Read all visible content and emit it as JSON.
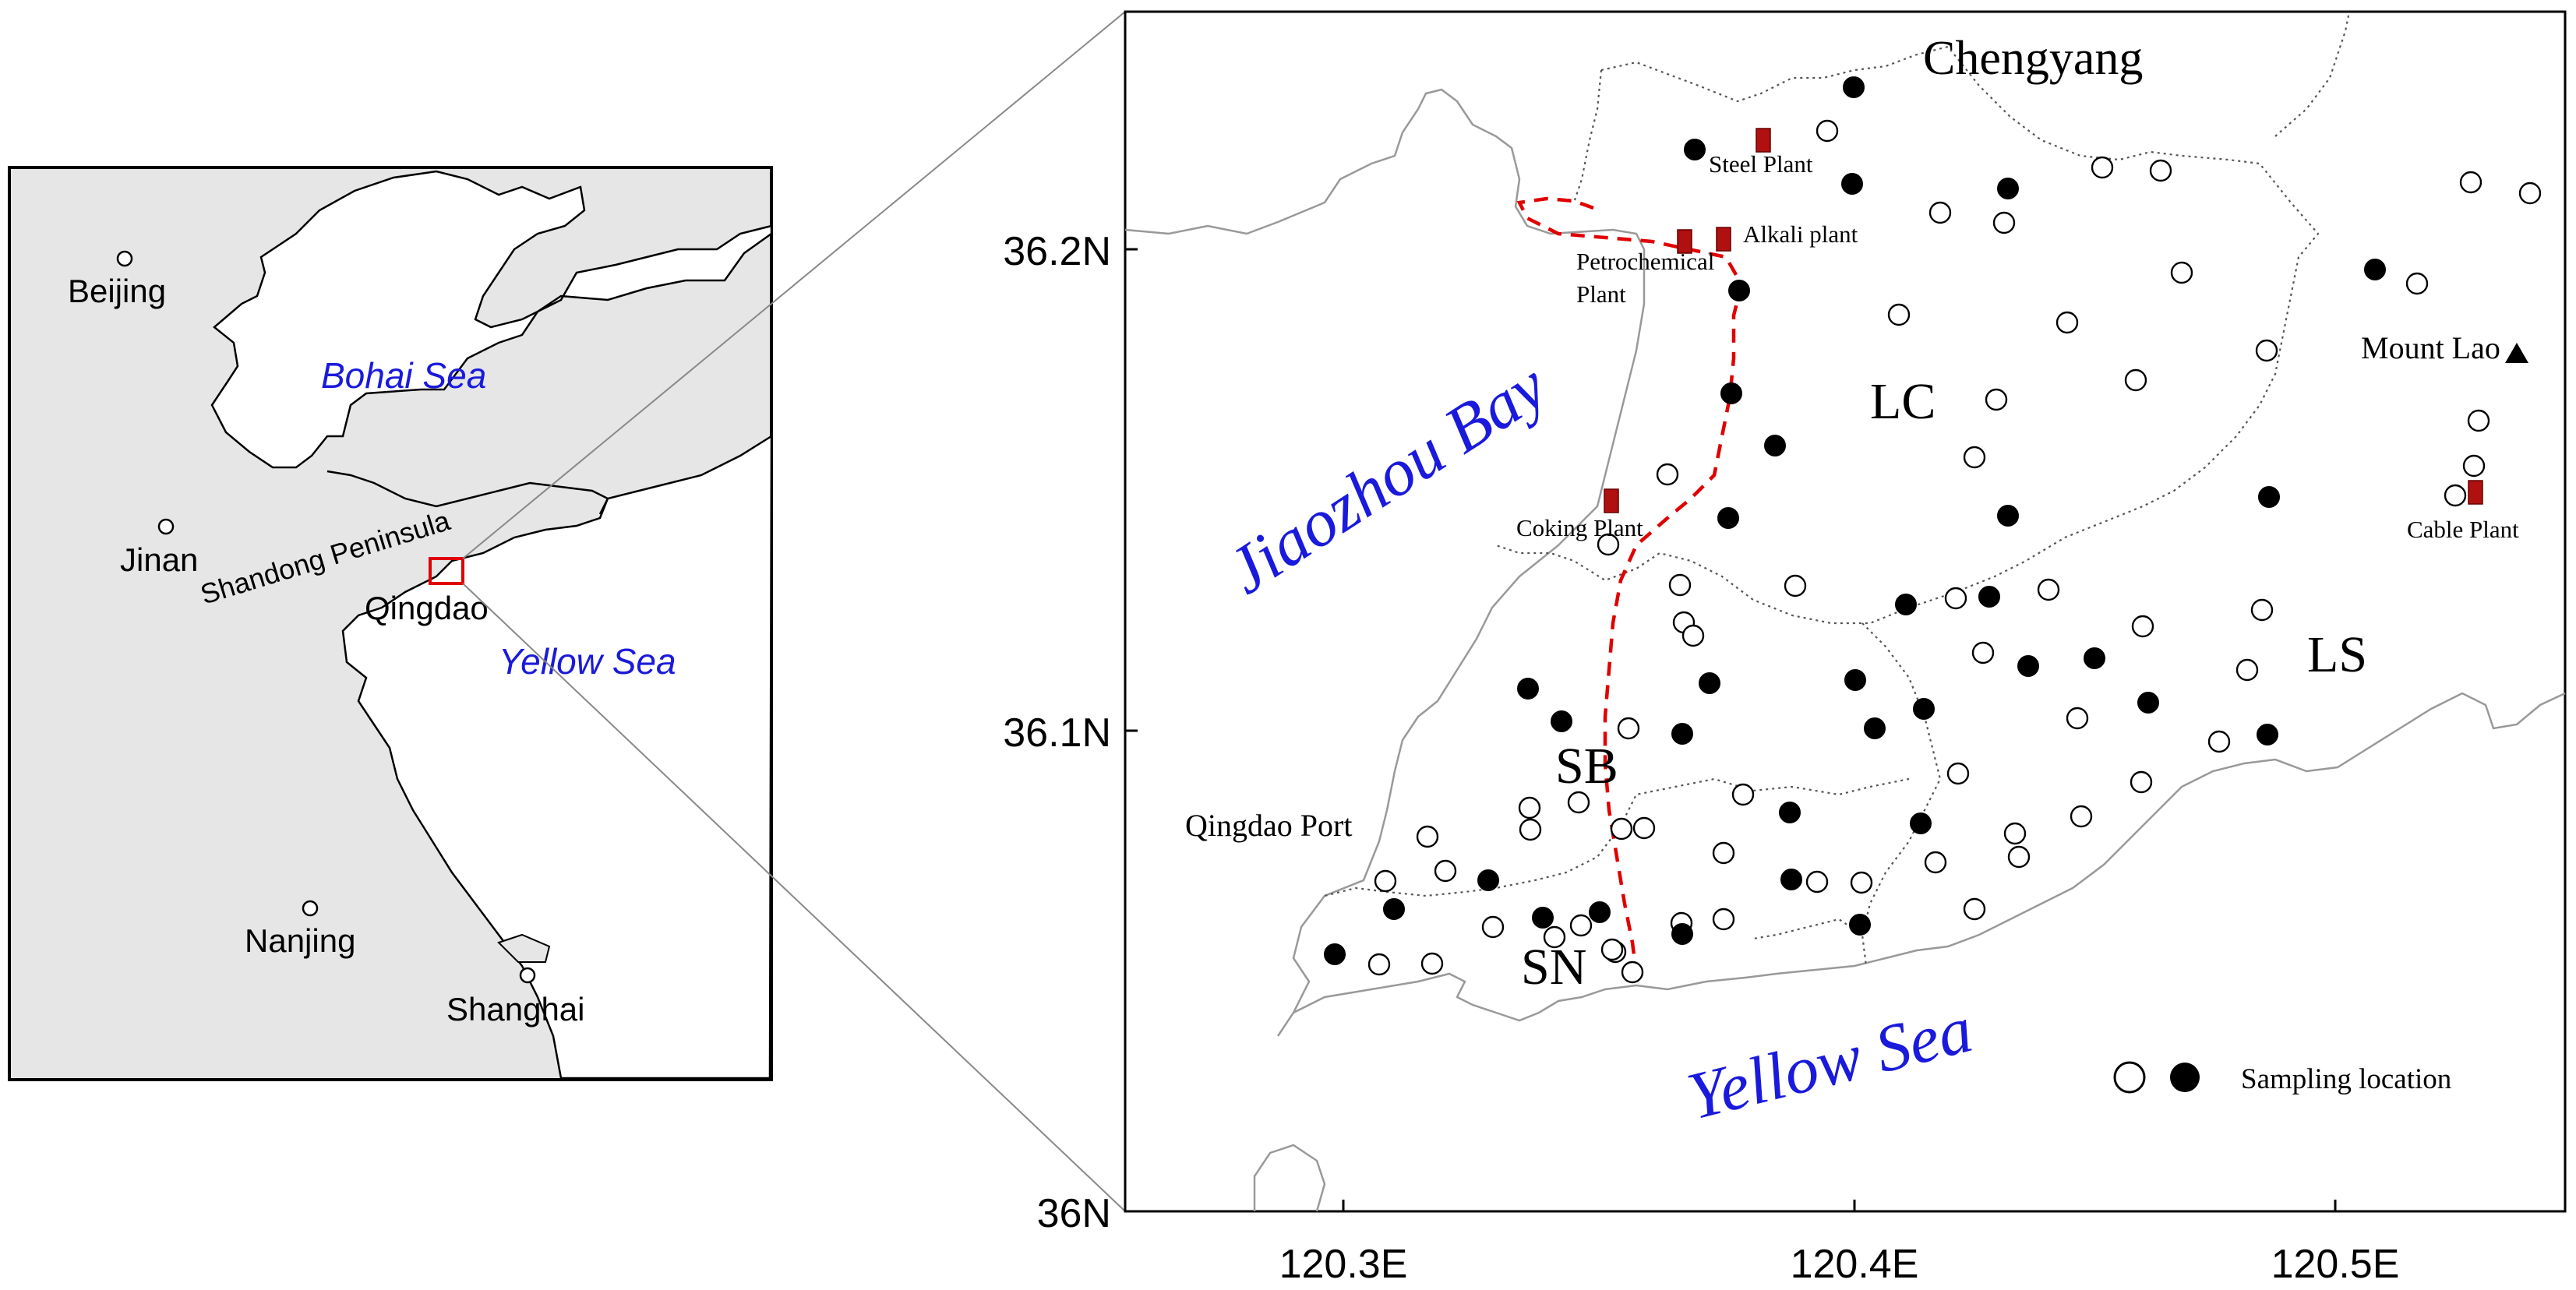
{
  "overview_map": {
    "cities": [
      "Beijing",
      "Jinan",
      "Qingdao",
      "Nanjing",
      "Shanghai"
    ],
    "seas": [
      "Bohai Sea",
      "Yellow Sea"
    ],
    "peninsula": "Shandong Peninsula"
  },
  "detail_map": {
    "districts": [
      "LC",
      "LS",
      "SB",
      "SN"
    ],
    "places": {
      "chengyang": "Chengyang",
      "jiaozhou_bay": "Jiaozhou Bay",
      "yellow_sea": "Yellow Sea",
      "qingdao_port": "Qingdao Port",
      "mount_lao": "Mount Lao"
    },
    "plants": {
      "steel": "Steel Plant",
      "alkali": "Alkali plant",
      "petrochemical_1": "Petrochemical",
      "petrochemical_2": "Plant",
      "coking": "Coking Plant",
      "cable": "Cable Plant"
    },
    "legend_label": "Sampling location",
    "y_ticks": [
      "36.2N",
      "36.1N",
      "36N"
    ],
    "x_ticks": [
      "120.3E",
      "120.4E",
      "120.5E"
    ],
    "colors": {
      "plant_marker": "#b01010",
      "boundary_line": "#e00000",
      "water_label": "#1a1adc",
      "land": "#e6e6e6",
      "inset_box": "#e00000"
    }
  }
}
